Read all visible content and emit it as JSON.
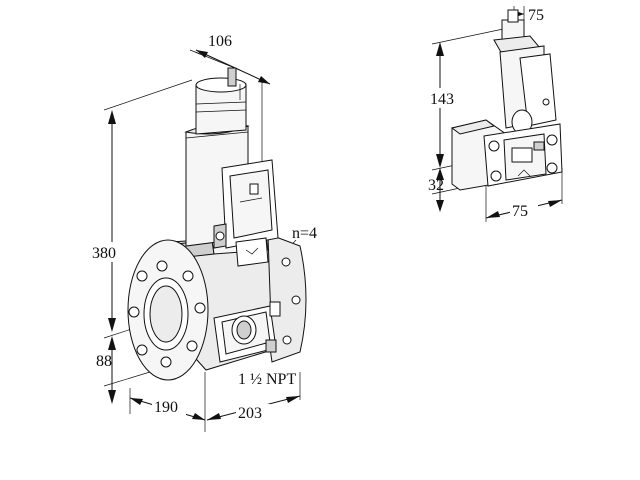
{
  "drawing": {
    "main_view": {
      "dim_width_top": "106",
      "dim_height_total": "380",
      "dim_height_base": "88",
      "dim_depth": "190",
      "dim_length": "203",
      "bolt_count": "n=4",
      "thread_size": "1  ½  NPT"
    },
    "side_view": {
      "dim_top_width": "75",
      "dim_height_total": "143",
      "dim_height_base": "32",
      "dim_bottom_width": "75"
    }
  }
}
